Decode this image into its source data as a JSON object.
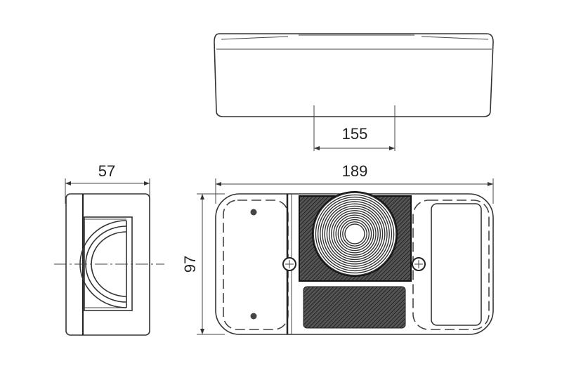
{
  "dimensions": {
    "mount_spacing": "155",
    "length": "189",
    "height": "97",
    "depth": "57"
  },
  "colors": {
    "line": "#333333",
    "fill_dark": "#3a3a3a",
    "background": "#ffffff"
  }
}
